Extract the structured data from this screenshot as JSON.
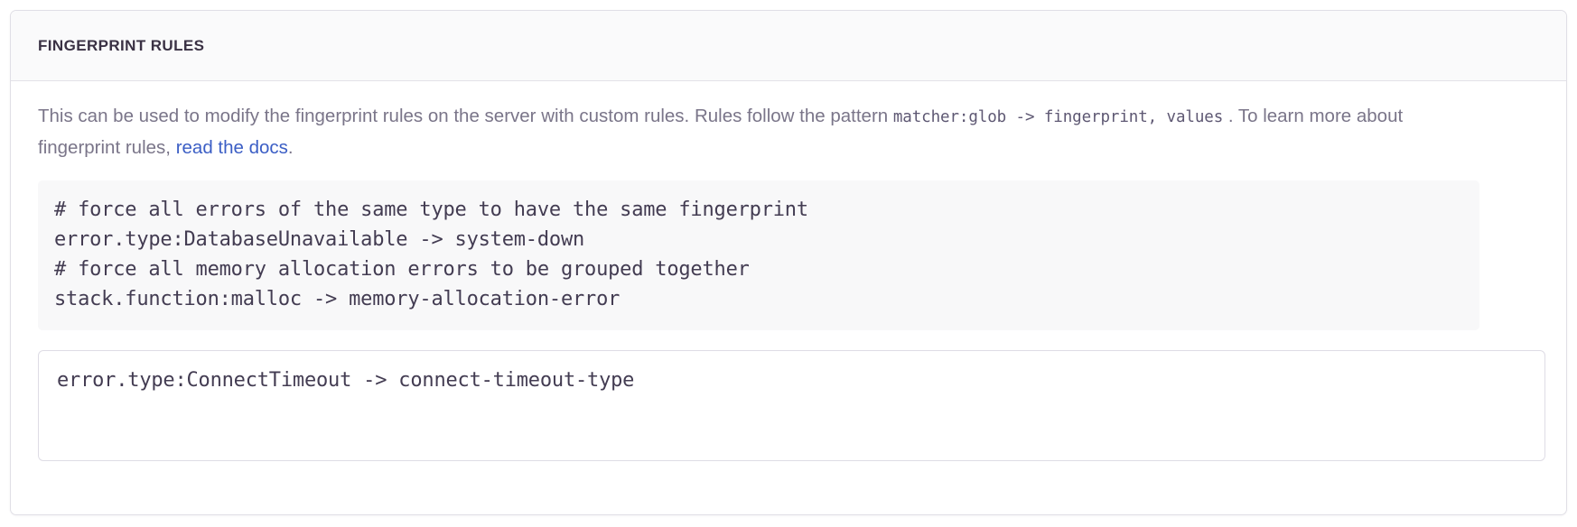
{
  "panel": {
    "title": "FINGERPRINT RULES",
    "description": {
      "part1": "This can be used to modify the fingerprint rules on the server with custom rules. Rules follow the pattern ",
      "inline_code": "matcher:glob -> fingerprint, values",
      "part2": " . To learn more about fingerprint rules, ",
      "link_text": "read the docs",
      "part3": "."
    },
    "example_code": "# force all errors of the same type to have the same fingerprint\nerror.type:DatabaseUnavailable -> system-down\n# force all memory allocation errors to be grouped together\nstack.function:malloc -> memory-allocation-error",
    "editor": {
      "value": "error.type:ConnectTimeout -> connect-timeout-type",
      "placeholder": ""
    }
  },
  "colors": {
    "link": "#3b5ec5",
    "title": "#3a3144",
    "body_text": "#7a7589",
    "code_text": "#433c52",
    "code_bg": "#f8f8f9",
    "panel_border": "#e0dfe6",
    "header_bg": "#fafafb"
  }
}
